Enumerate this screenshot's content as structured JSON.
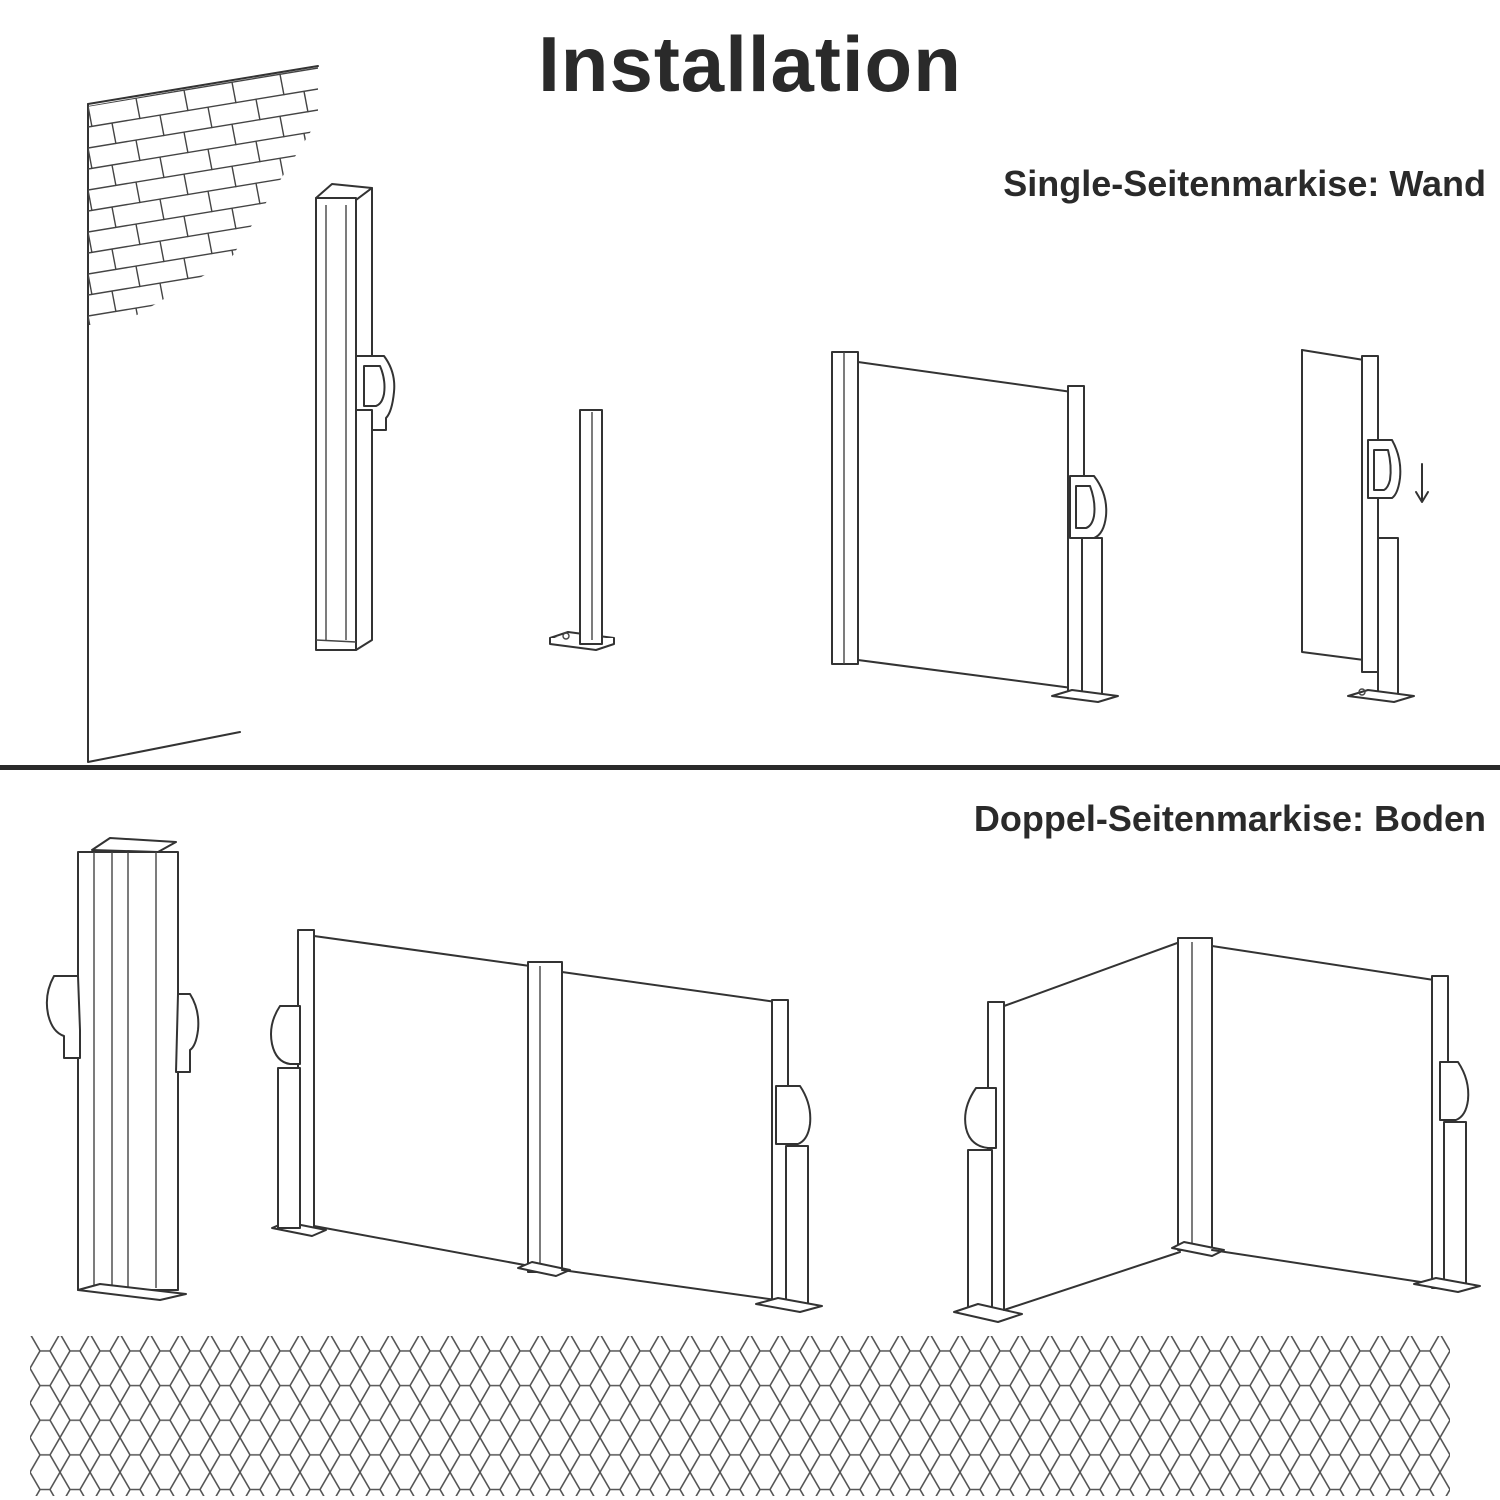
{
  "title": "Installation",
  "sections": [
    {
      "label": "Single-Seitenmarkise: Wand"
    },
    {
      "label": "Doppel-Seitenmarkise: Boden"
    }
  ],
  "colors": {
    "ink": "#2a2a2a",
    "background": "#ffffff"
  },
  "icons": [
    "brick-wall-icon",
    "down-arrow-icon",
    "hexagon-floor-pattern"
  ]
}
